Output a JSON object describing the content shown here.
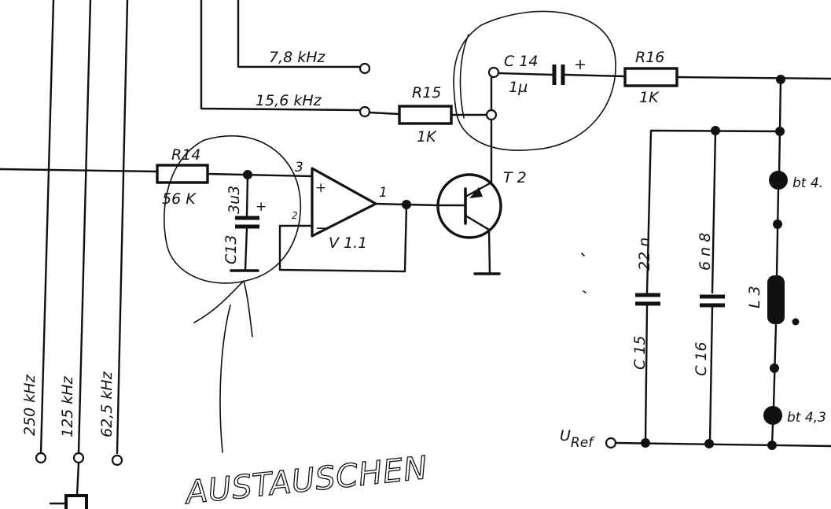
{
  "labels": {
    "f_7_8": "7,8 kHz",
    "f_15_6": "15,6 kHz",
    "f_250": "250 kHz",
    "f_125": "125 kHz",
    "f_62_5": "62,5 kHz",
    "r14_name": "R14",
    "r14_value": "56 K",
    "r15_name": "R15",
    "r15_value": "1K",
    "r16_name": "R16",
    "r16_value": "1K",
    "c14_name": "C 14",
    "c14_value": "1µ",
    "c13_name": "C13",
    "c13_value": "3u3",
    "c15_name": "C 15",
    "c15_value": "22 n",
    "c16_name": "C 16",
    "c16_value": "6 n 8",
    "l3_name": "L 3",
    "t2_name": "T 2",
    "v11_name": "V 1.1",
    "pin_3": "3",
    "pin_2": "2",
    "pin_1": "1",
    "plus": "+",
    "minus": "−",
    "bt_top": "bt 4.",
    "bt_bottom": "bt 4,3",
    "uref_main": "U",
    "uref_sub": "Ref",
    "handwritten": "AUSTAUSCHEN"
  }
}
